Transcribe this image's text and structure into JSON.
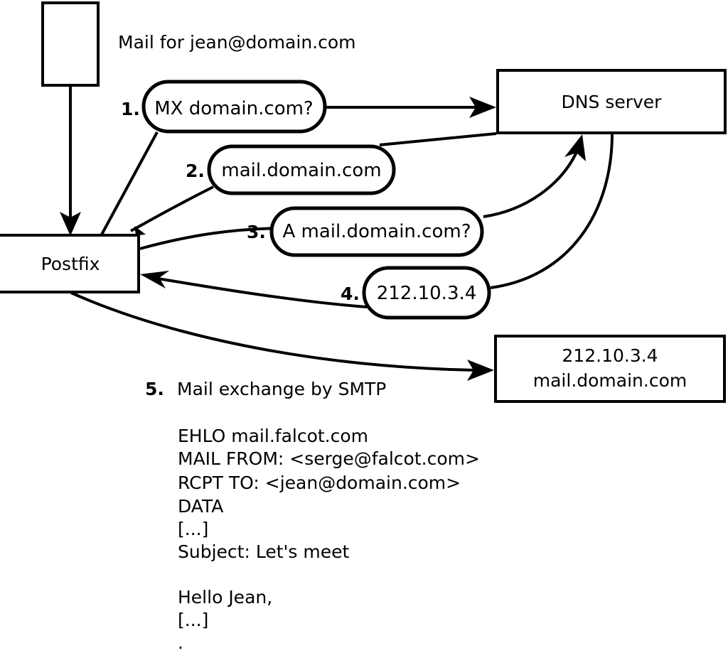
{
  "diagram": {
    "title_text": "Mail for jean@domain.com",
    "nodes": {
      "mail_client": {
        "label": ""
      },
      "postfix": {
        "label": "Postfix"
      },
      "dns_server": {
        "label": "DNS server"
      },
      "remote_mail_server": {
        "line1": "212.10.3.4",
        "line2": "mail.domain.com"
      }
    },
    "steps": [
      {
        "number": "1.",
        "label": "MX domain.com?"
      },
      {
        "number": "2.",
        "label": "mail.domain.com"
      },
      {
        "number": "3.",
        "label": "A mail.domain.com?"
      },
      {
        "number": "4.",
        "label": "212.10.3.4"
      }
    ],
    "step5": {
      "number": "5.",
      "label": "Mail exchange by SMTP"
    },
    "smtp_transcript": [
      "EHLO mail.falcot.com",
      "MAIL FROM: <serge@falcot.com>",
      "RCPT TO: <jean@domain.com>",
      "DATA",
      "[...]",
      "Subject: Let's meet",
      "",
      "Hello Jean,",
      "[...]",
      "."
    ],
    "colors": {
      "stroke": "#000000",
      "fill": "#ffffff",
      "text": "#000000"
    }
  }
}
